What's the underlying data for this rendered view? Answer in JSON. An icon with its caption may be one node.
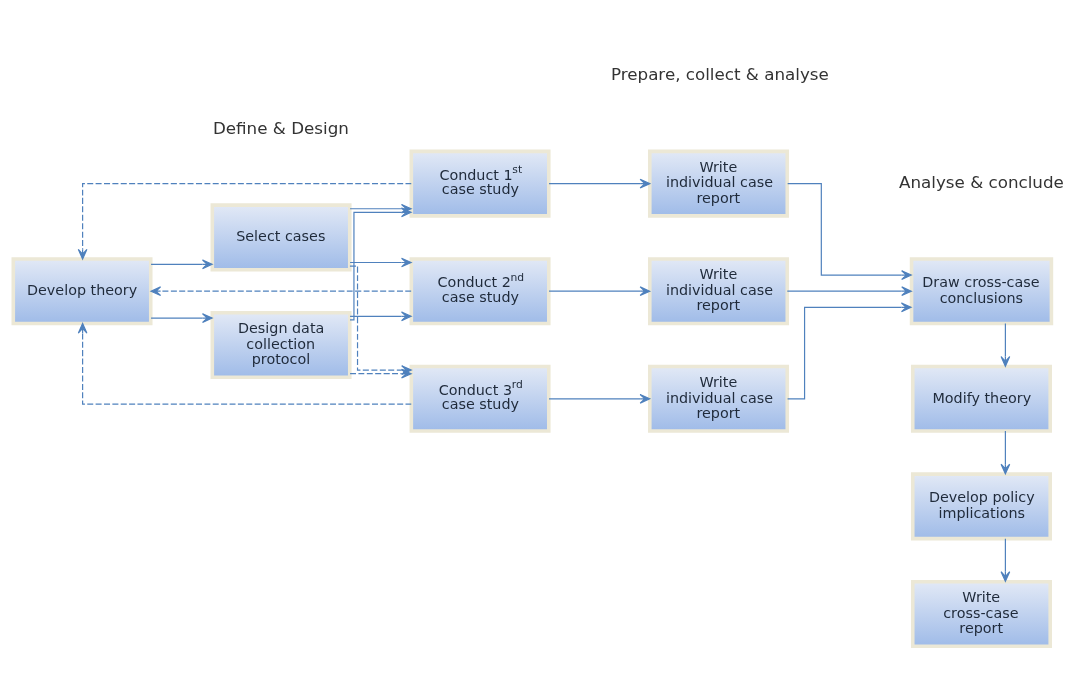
{
  "diagram": {
    "nodes": [
      {
        "text": [
          "Develop theory"
        ]
      },
      {
        "text": [
          "Select cases"
        ]
      },
      {
        "text": [
          "Design data collection protocol"
        ]
      },
      {
        "text": [
          "Conduct 1$^{st}$ case study"
        ]
      },
      {
        "text": [
          "Conduct 2$^{nd}$ case study"
        ]
      },
      {
        "text": [
          "Conduct 3$^{rd}$ case study"
        ]
      },
      {
        "text": [
          "Write individual case report"
        ]
      },
      {
        "text": [
          "Write individual case report"
        ]
      },
      {
        "text": [
          "Write individual case report"
        ]
      },
      {
        "text": [
          "Draw cross-case conclusions"
        ]
      },
      {
        "text": [
          "Modify theory"
        ]
      },
      {
        "text": [
          "Develop policy implications"
        ]
      },
      {
        "text": [
          "Write cross-case report"
        ]
      }
    ],
    "edges": [
      {
        "from": 0,
        "to": 1,
        "arrow": "to"
      },
      {
        "from": 0,
        "to": 2,
        "arrow": "to"
      },
      {
        "from": 1,
        "to": 3,
        "arrow": "to"
      },
      {
        "from": 1,
        "to": 4,
        "arrow": "to"
      },
      {
        "from": 1,
        "to": 5,
        "arrow": "to",
        "style": "dashed"
      },
      {
        "from": 2,
        "to": 3,
        "arrow": "to"
      },
      {
        "from": 2,
        "to": 4,
        "arrow": "to"
      },
      {
        "from": 2,
        "to": 5,
        "arrow": "to",
        "style": "dashed"
      },
      {
        "from": 3,
        "to": 6,
        "arrow": "to"
      },
      {
        "from": 4,
        "to": 7,
        "arrow": "to"
      },
      {
        "from": 5,
        "to": 8,
        "arrow": "to"
      },
      {
        "from": 3,
        "to": 0,
        "arrow": "to",
        "style": "dashed"
      },
      {
        "from": 4,
        "to": 0,
        "arrow": "to",
        "style": "dashed"
      },
      {
        "from": 5,
        "to": 0,
        "arrow": "to",
        "style": "dashed"
      },
      {
        "from": 6,
        "to": 9,
        "arrow": "to"
      },
      {
        "from": 7,
        "to": 9,
        "arrow": "to"
      },
      {
        "from": 8,
        "to": 9,
        "arrow": "to"
      },
      {
        "from": 9,
        "to": 10,
        "arrow": "to"
      },
      {
        "from": 10,
        "to": 11,
        "arrow": "to"
      },
      {
        "from": 11,
        "to": 12,
        "arrow": "to"
      }
    ],
    "labels": [
      "Define & Design",
      "Prepare, collect & analyse",
      "Analyse & conclude"
    ]
  }
}
